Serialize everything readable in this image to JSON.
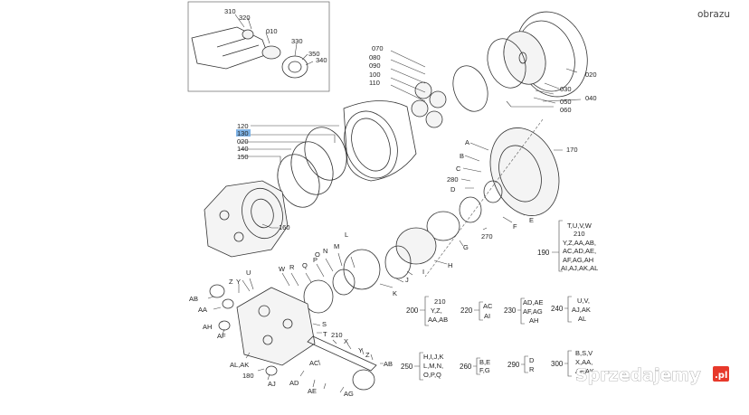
{
  "watermark_top": "obrazu",
  "watermark_brand": "Sprzedajemy",
  "watermark_brand_suffix": ".pl",
  "callouts_inset": [
    "310",
    "320",
    "010",
    "330",
    "350",
    "340"
  ],
  "callouts_upper": [
    "070",
    "080",
    "090",
    "100",
    "110",
    "020",
    "030",
    "050",
    "060",
    "040",
    "120",
    "130",
    "020",
    "140",
    "150",
    "160",
    "170"
  ],
  "callouts_letters": [
    "A",
    "B",
    "C",
    "280",
    "D",
    "E",
    "F",
    "270",
    "G",
    "H",
    "I",
    "J",
    "K",
    "L",
    "M",
    "N",
    "O",
    "P",
    "Q",
    "R",
    "W",
    "U",
    "Y",
    "Z",
    "AB",
    "AA",
    "AH",
    "AF",
    "AL,AK",
    "180",
    "AJ",
    "S",
    "T",
    "210",
    "X",
    "Y",
    "Z",
    "AC",
    "AD",
    "AE",
    "AG",
    "AB"
  ],
  "group_190": {
    "num": "190",
    "lines": [
      "T,U,V,W",
      "210",
      "Y,Z,AA,AB,",
      "AC,AD,AE,",
      "AF,AG,AH",
      "AI,AJ,AK,AL"
    ]
  },
  "group_200": {
    "num": "200",
    "lines": [
      "210",
      "Y,Z,",
      "AA,AB"
    ]
  },
  "group_220": {
    "num": "220",
    "lines": [
      "AC",
      "AI"
    ]
  },
  "group_230": {
    "num": "230",
    "lines": [
      "AD,AE",
      "AF,AG",
      "AH"
    ]
  },
  "group_240": {
    "num": "240",
    "lines": [
      "U,V,",
      "AJ,AK",
      "AL"
    ]
  },
  "group_250": {
    "num": "250",
    "lines": [
      "H,I,J,K",
      "L,M,N,",
      "O,P,Q"
    ]
  },
  "group_260": {
    "num": "260",
    "lines": [
      "B,E",
      "F,G"
    ]
  },
  "group_290": {
    "num": "290",
    "lines": [
      "D",
      "R"
    ]
  },
  "group_300": {
    "num": "300",
    "lines": [
      "B,S,V",
      "X,AA,",
      "AF,AK"
    ]
  }
}
